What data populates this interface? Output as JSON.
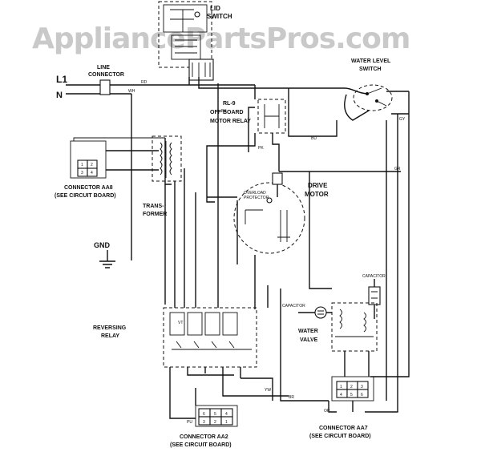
{
  "watermark": "AppliancePartsPros.com",
  "labels": {
    "lid_switch": [
      "LID",
      "SWITCH"
    ],
    "line_connector": [
      "LINE",
      "CONNECTOR"
    ],
    "l1": "L1",
    "n": "N",
    "water_level_switch": [
      "WATER LEVEL",
      "SWITCH"
    ],
    "off_board_relay": [
      "RL-9",
      "OFF BOARD",
      "MOTOR RELAY"
    ],
    "connector_aa8": [
      "CONNECTOR AA8",
      "(SEE CIRCUIT BOARD)"
    ],
    "transformer": [
      "TRANS-",
      "FORMER"
    ],
    "drive_motor": [
      "DRIVE",
      "MOTOR"
    ],
    "overload_protector": [
      "OVERLOAD",
      "PROTECTOR"
    ],
    "gnd": "GND",
    "reversing_relay": [
      "REVERSING",
      "RELAY"
    ],
    "water_valve": [
      "WATER",
      "VALVE"
    ],
    "capacitor_left": "CAPACITOR",
    "capacitor_right": "CAPACITOR",
    "connector_aa2": [
      "CONNECTOR AA2",
      "(SEE CIRCUIT BOARD)"
    ],
    "connector_aa7": [
      "CONNECTOR AA7",
      "(SEE CIRCUIT BOARD)"
    ]
  },
  "wire_codes": [
    "RD",
    "WH",
    "BK",
    "BU",
    "OR",
    "PK",
    "GY",
    "YW",
    "BR",
    "PU",
    "GR",
    "VT"
  ],
  "connector_aa2_pins": [
    "6",
    "5",
    "4",
    "3",
    "2",
    "1"
  ],
  "connector_aa7_pins": [
    "1",
    "2",
    "3",
    "4",
    "5",
    "6"
  ],
  "connector_aa8_pins": [
    "1",
    "2",
    "3",
    "4"
  ]
}
